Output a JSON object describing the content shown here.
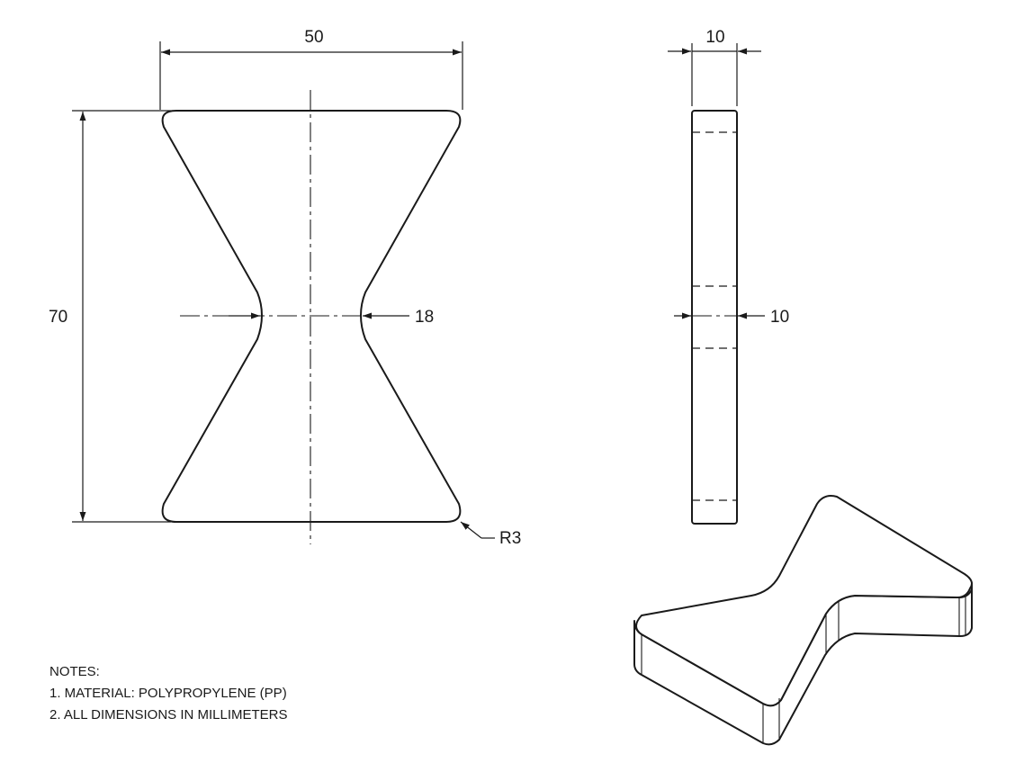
{
  "front_view": {
    "width_dim": "50",
    "height_dim": "70",
    "waist_dim": "18",
    "radius_dim": "R3"
  },
  "side_view": {
    "thickness_top_dim": "10",
    "thickness_mid_dim": "10"
  },
  "notes": {
    "heading": "NOTES:",
    "items": [
      "1. MATERIAL: POLYPROPYLENE (PP)",
      "2. ALL DIMENSIONS IN MILLIMETERS"
    ]
  }
}
